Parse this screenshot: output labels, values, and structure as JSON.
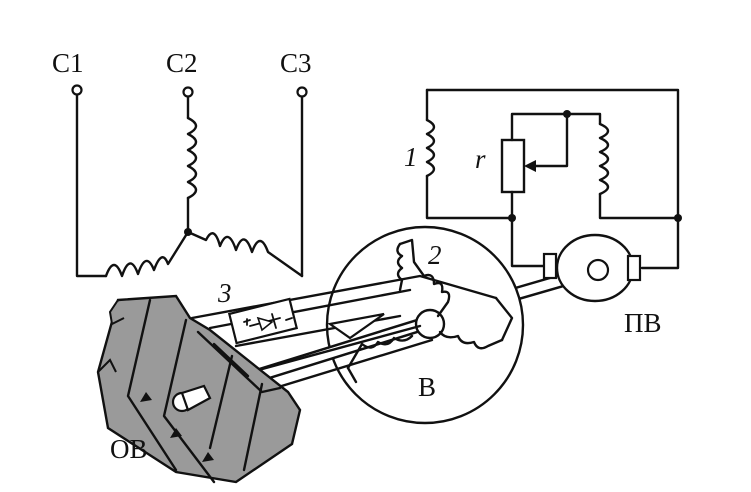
{
  "diagram": {
    "terminals": [
      "C1",
      "C2",
      "C3"
    ],
    "labels": {
      "coil_1": "1",
      "rheostat": "r",
      "winding_2": "2",
      "rectifier_3": "3",
      "exciter": "В",
      "pilot_exciter": "ПВ",
      "field_winding": "ОВ"
    },
    "colors": {
      "line": "#111111",
      "rotor_fill": "#9a9a9a",
      "background": "#ffffff"
    }
  }
}
